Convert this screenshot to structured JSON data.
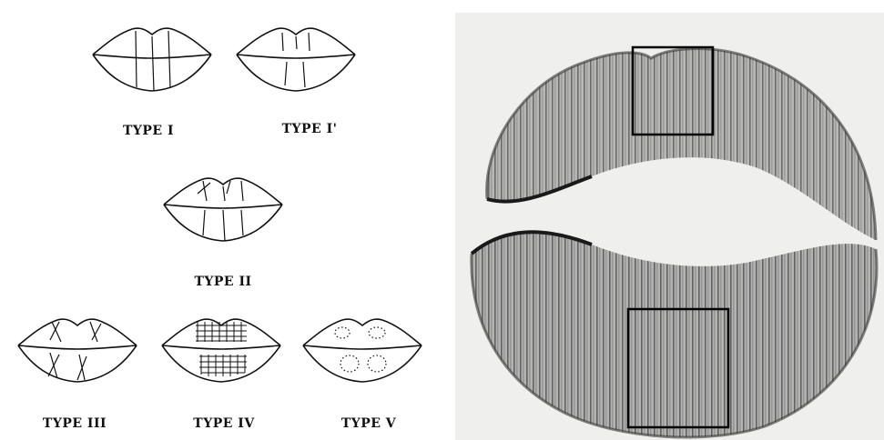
{
  "figure": {
    "left_panel": {
      "types": [
        {
          "id": "type-1",
          "label": "TYPE I"
        },
        {
          "id": "type-1-prime",
          "label": "TYPE I'"
        },
        {
          "id": "type-2",
          "label": "TYPE II"
        },
        {
          "id": "type-3",
          "label": "TYPE III"
        },
        {
          "id": "type-4",
          "label": "TYPE IV"
        },
        {
          "id": "type-5",
          "label": "TYPE V"
        }
      ]
    },
    "right_panel": {
      "description_image": "lip-print-photograph",
      "highlight_boxes": 2,
      "colors": {
        "background": "#efefed",
        "ink": "#1a1a1a"
      }
    }
  }
}
